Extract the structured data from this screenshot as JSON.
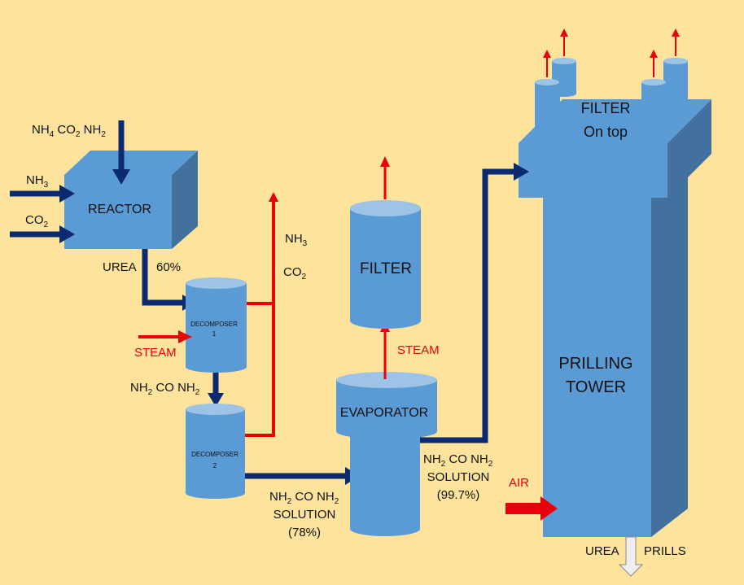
{
  "colors": {
    "background": "#FDE39C",
    "vessel_front": "#5B9BD5",
    "vessel_top": "#9DC3E6",
    "vessel_side": "#41719C",
    "flow_arrow": "#0B2A6F",
    "vent_arrow": "#E8000B"
  },
  "reactor": {
    "label": "REACTOR"
  },
  "inputs": {
    "carbamate": {
      "base": "NH",
      "sub1": "4",
      "mid": " CO",
      "sub2": "2",
      "mid2": " NH",
      "sub3": "2"
    },
    "ammonia": {
      "base": "NH",
      "sub": "3"
    },
    "co2": {
      "base": "CO",
      "sub": "2"
    }
  },
  "reactor_output": {
    "urea": "UREA",
    "percent": "60%"
  },
  "decomposer1": {
    "label": "DECOMPOSER",
    "number": "1"
  },
  "decomposer2": {
    "label": "DECOMPOSER",
    "number": "2"
  },
  "steam_d1": "STEAM",
  "vent_labels": {
    "nh3": {
      "base": "NH",
      "sub": "3"
    },
    "co2": {
      "base": "CO",
      "sub": "2"
    }
  },
  "between_decomposers": {
    "a": "NH",
    "s1": "2",
    "b": " CO NH",
    "s2": "2"
  },
  "solution_78": {
    "a": "NH",
    "s1": "2",
    "b": " CO NH",
    "s2": "2",
    "line2": "SOLUTION",
    "line3": "(78%)"
  },
  "filter_mid": {
    "label": "FILTER"
  },
  "steam_evap": "STEAM",
  "evaporator": {
    "label": "EVAPORATOR"
  },
  "solution_997": {
    "a": "NH",
    "s1": "2",
    "b": " CO NH",
    "s2": "2",
    "line2": "SOLUTION",
    "line3": "(99.7%)"
  },
  "tower": {
    "filter_line1": "FILTER",
    "filter_line2": "On top",
    "label_line1": "PRILLING",
    "label_line2": "TOWER"
  },
  "air": "AIR",
  "output": {
    "urea": "UREA",
    "prills": "PRILLS"
  }
}
